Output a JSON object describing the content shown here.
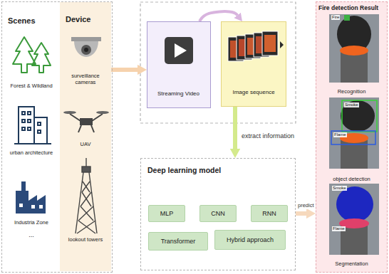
{
  "diagram": {
    "nodes": [
      {
        "text": [
          "Scenes",
          "Forest & Wildland",
          "urban architecture",
          "Industria Zone",
          "..."
        ]
      },
      {
        "text": [
          "Device",
          "surveillance cameras",
          "UAV",
          "lookout towers"
        ],
        "in": 0
      },
      {
        "text": [
          "Streaming Video"
        ]
      },
      {
        "text": [
          "Image sequence"
        ]
      },
      {
        "text": [
          "Deep learning model"
        ]
      },
      {
        "text": [
          "MLP"
        ],
        "in": 4
      },
      {
        "text": [
          "CNN"
        ],
        "in": 4
      },
      {
        "text": [
          "RNN"
        ],
        "in": 4
      },
      {
        "text": [
          "Transformer"
        ],
        "in": 4
      },
      {
        "text": [
          "Hybrid approach"
        ],
        "in": 4
      },
      {
        "text": [
          "Fire detection Result",
          "Recognition",
          "object detection",
          "Segmentation"
        ]
      }
    ],
    "edges": [
      {
        "from": 1,
        "to": 2,
        "arrow": "to"
      },
      {
        "from": 2,
        "to": 3,
        "arrow": "to"
      },
      {
        "from": 3,
        "to": 4,
        "label": "extract information",
        "arrow": "to"
      },
      {
        "from": 4,
        "to": 10,
        "label": "predict",
        "arrow": "to"
      }
    ],
    "labels": [
      "Fire",
      "Smoke",
      "Flame",
      "Smoke",
      "Flame"
    ]
  }
}
